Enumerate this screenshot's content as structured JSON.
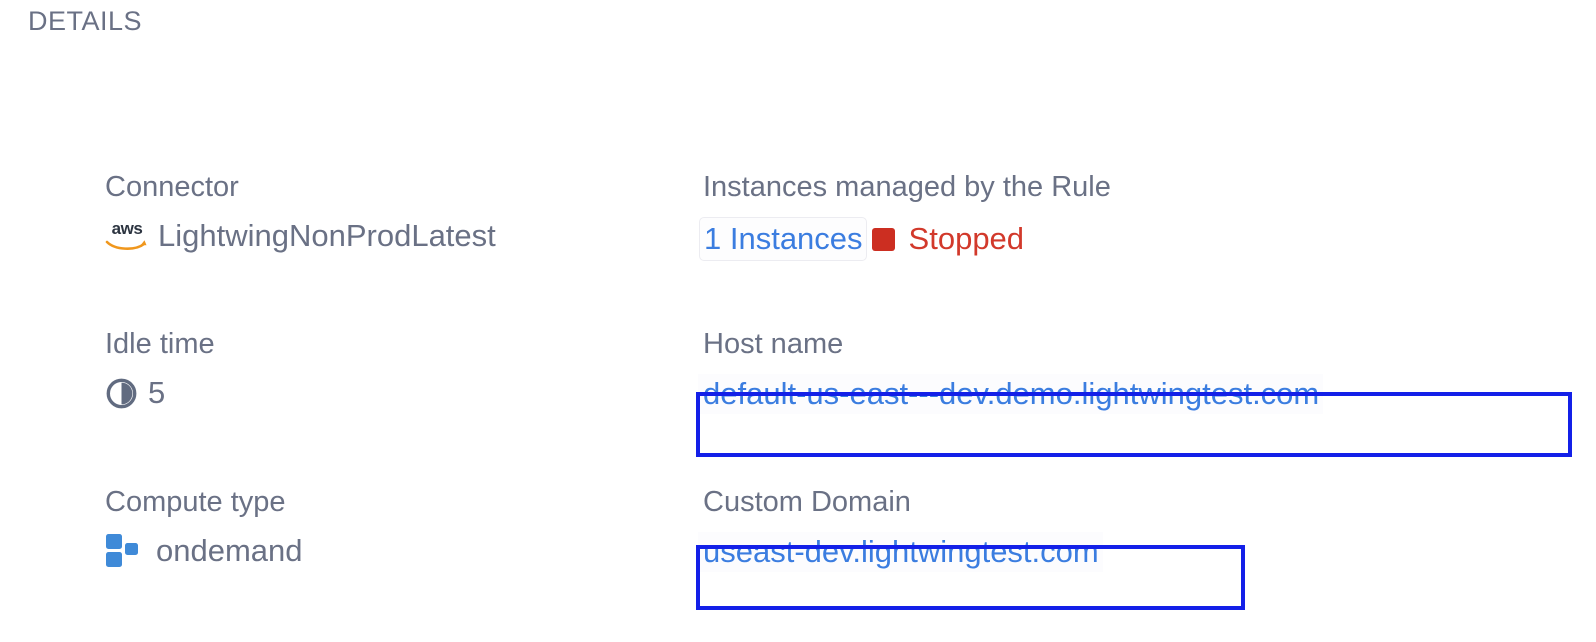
{
  "section": {
    "title": "DETAILS"
  },
  "fields": {
    "connector": {
      "label": "Connector",
      "icon": "aws-logo-icon",
      "icon_word": "aws",
      "value": "LightwingNonProdLatest"
    },
    "instances": {
      "label": "Instances managed by the Rule",
      "count_link": "1 Instances",
      "status": "Stopped",
      "status_color": "#d2392b",
      "status_marker_color": "#cc2e21"
    },
    "idle_time": {
      "label": "Idle time",
      "icon": "clock-pie-icon",
      "value": "5"
    },
    "host_name": {
      "label": "Host name",
      "value": "default-us-east---dev.demo.lightwingtest.com"
    },
    "compute_type": {
      "label": "Compute type",
      "icon": "compute-blocks-icon",
      "value": "ondemand"
    },
    "custom_domain": {
      "label": "Custom Domain",
      "value": "useast-dev.lightwingtest.com"
    }
  },
  "annotations": {
    "highlight_color": "#1320e8",
    "host_name_box": "host-name-highlight",
    "custom_domain_box": "custom-domain-highlight"
  },
  "colors": {
    "label_text": "#6a7185",
    "value_text": "#6a7185",
    "link_blue": "#3b7de0",
    "compute_blue": "#3f8ad8",
    "aws_orange": "#f0971d"
  }
}
